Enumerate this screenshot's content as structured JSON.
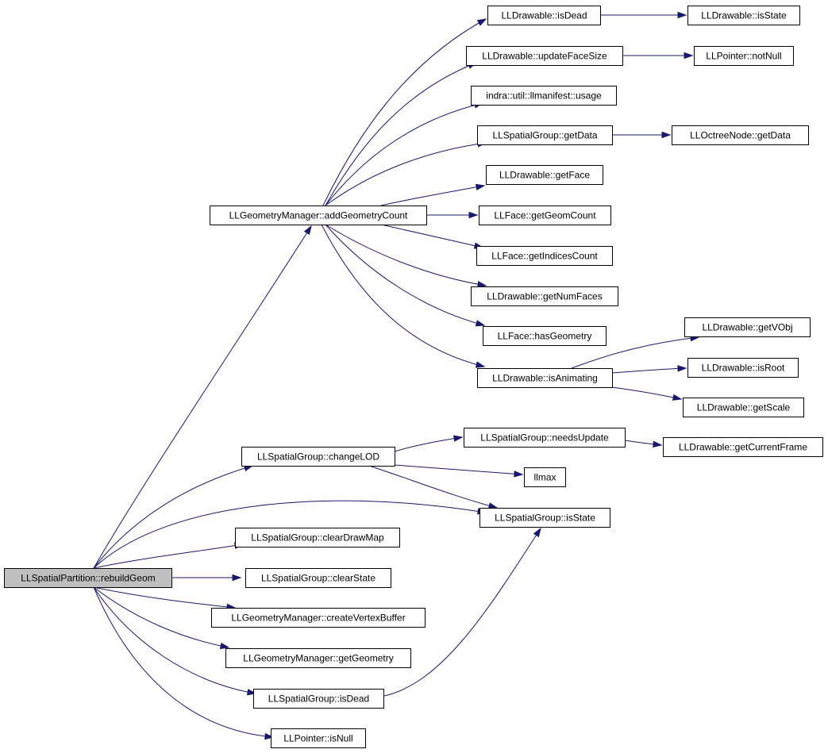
{
  "colors": {
    "edge": "#191970",
    "node_fill": "#ffffff",
    "root_fill": "#bfbfbf",
    "border": "#000000"
  },
  "nodes": {
    "rebuildGeom": "LLSpatialPartition::rebuildGeom",
    "addGeometryCount": "LLGeometryManager::addGeometryCount",
    "changeLOD": "LLSpatialGroup::changeLOD",
    "clearDrawMap": "LLSpatialGroup::clearDrawMap",
    "clearState": "LLSpatialGroup::clearState",
    "createVertexBuffer": "LLGeometryManager::createVertexBuffer",
    "getGeometry": "LLGeometryManager::getGeometry",
    "sgIsDead": "LLSpatialGroup::isDead",
    "isNull": "LLPointer::isNull",
    "dIsDead": "LLDrawable::isDead",
    "updateFaceSize": "LLDrawable::updateFaceSize",
    "usage": "indra::util::llmanifest::usage",
    "sgGetData": "LLSpatialGroup::getData",
    "getFace": "LLDrawable::getFace",
    "getGeomCount": "LLFace::getGeomCount",
    "getIndicesCount": "LLFace::getIndicesCount",
    "getNumFaces": "LLDrawable::getNumFaces",
    "hasGeometry": "LLFace::hasGeometry",
    "isAnimating": "LLDrawable::isAnimating",
    "dIsState": "LLDrawable::isState",
    "notNull": "LLPointer::notNull",
    "onGetData": "LLOctreeNode::getData",
    "getVObj": "LLDrawable::getVObj",
    "isRoot": "LLDrawable::isRoot",
    "getScale": "LLDrawable::getScale",
    "needsUpdate": "LLSpatialGroup::needsUpdate",
    "llmax": "llmax",
    "sgIsState": "LLSpatialGroup::isState",
    "getCurrentFrame": "LLDrawable::getCurrentFrame"
  },
  "edges": [
    [
      "rebuildGeom",
      "addGeometryCount"
    ],
    [
      "rebuildGeom",
      "changeLOD"
    ],
    [
      "rebuildGeom",
      "sgIsState"
    ],
    [
      "rebuildGeom",
      "clearDrawMap"
    ],
    [
      "rebuildGeom",
      "clearState"
    ],
    [
      "rebuildGeom",
      "createVertexBuffer"
    ],
    [
      "rebuildGeom",
      "getGeometry"
    ],
    [
      "rebuildGeom",
      "sgIsDead"
    ],
    [
      "rebuildGeom",
      "isNull"
    ],
    [
      "addGeometryCount",
      "dIsDead"
    ],
    [
      "addGeometryCount",
      "updateFaceSize"
    ],
    [
      "addGeometryCount",
      "usage"
    ],
    [
      "addGeometryCount",
      "sgGetData"
    ],
    [
      "addGeometryCount",
      "getFace"
    ],
    [
      "addGeometryCount",
      "getGeomCount"
    ],
    [
      "addGeometryCount",
      "getIndicesCount"
    ],
    [
      "addGeometryCount",
      "getNumFaces"
    ],
    [
      "addGeometryCount",
      "hasGeometry"
    ],
    [
      "addGeometryCount",
      "isAnimating"
    ],
    [
      "dIsDead",
      "dIsState"
    ],
    [
      "updateFaceSize",
      "notNull"
    ],
    [
      "sgGetData",
      "onGetData"
    ],
    [
      "isAnimating",
      "getVObj"
    ],
    [
      "isAnimating",
      "isRoot"
    ],
    [
      "isAnimating",
      "getScale"
    ],
    [
      "changeLOD",
      "needsUpdate"
    ],
    [
      "changeLOD",
      "llmax"
    ],
    [
      "changeLOD",
      "sgIsState"
    ],
    [
      "needsUpdate",
      "getCurrentFrame"
    ],
    [
      "sgIsDead",
      "sgIsState"
    ]
  ]
}
